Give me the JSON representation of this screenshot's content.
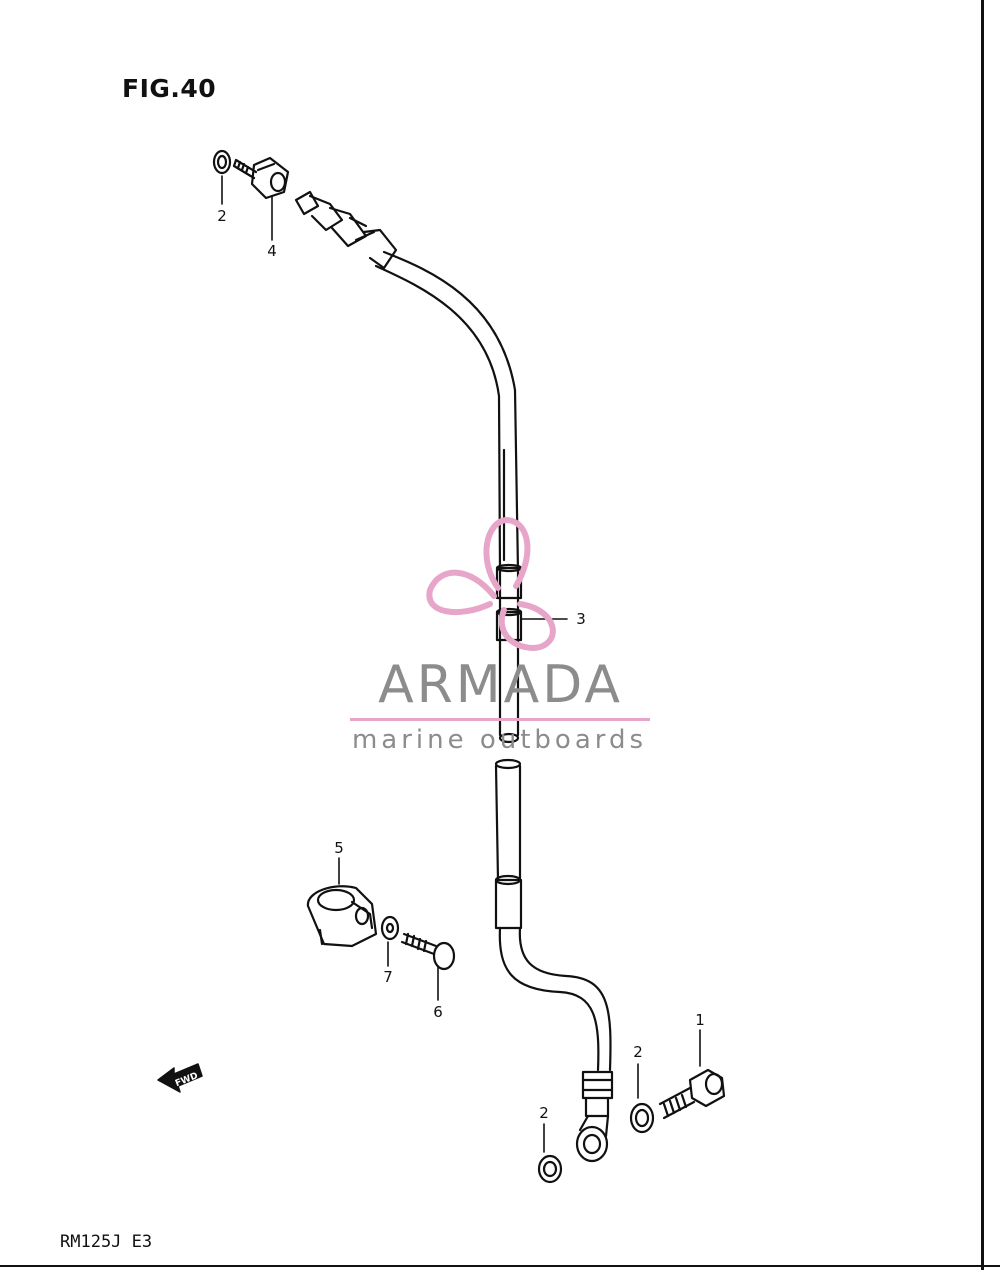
{
  "figure": {
    "title": "FIG.40"
  },
  "model": {
    "code": "RM125J E3"
  },
  "callouts": {
    "c1": "1",
    "c2a": "2",
    "c2b": "2",
    "c2c": "2",
    "c3": "3",
    "c4": "4",
    "c5": "5",
    "c6": "6",
    "c7": "7"
  },
  "direction_arrow": {
    "label": "FWD",
    "icon": "fwd-arrow-icon"
  },
  "watermark": {
    "name": "ARMADA",
    "tagline": "marine outboards",
    "logo": "propeller-logo-icon",
    "accent_color": "#e7a6c9",
    "text_color": "#8c8c8c"
  }
}
